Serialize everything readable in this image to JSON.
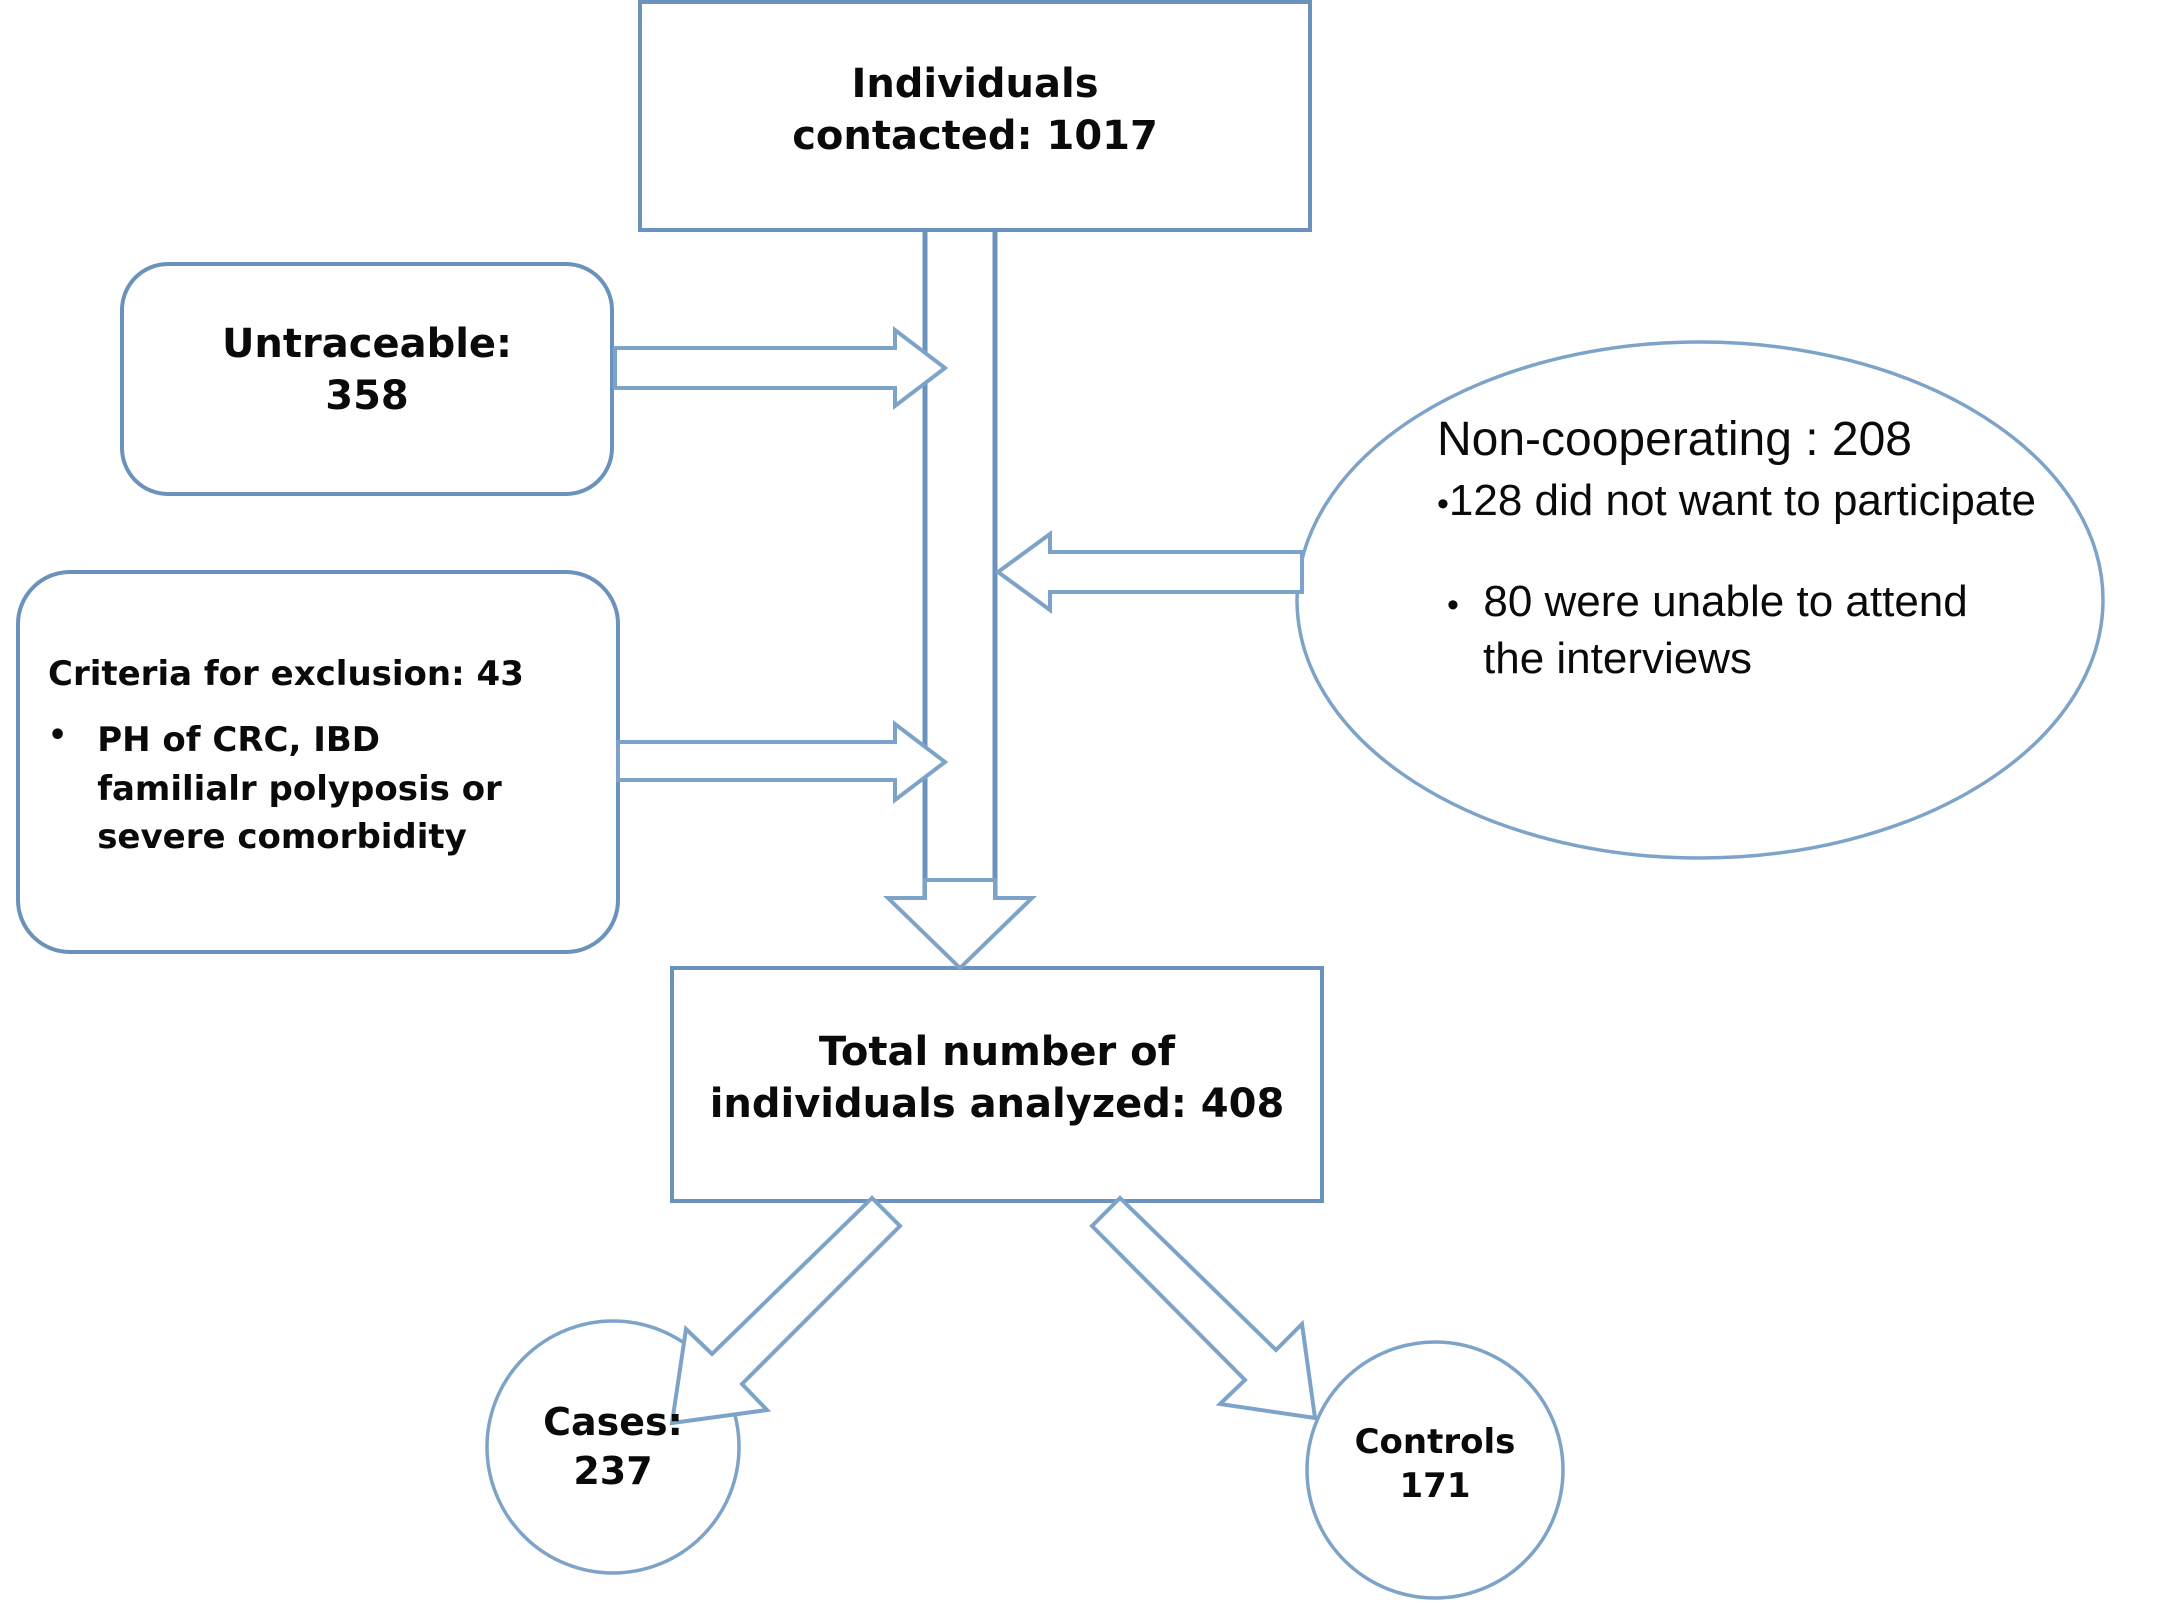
{
  "diagram": {
    "title": "Study participant flow diagram",
    "type": "flowchart",
    "colors": {
      "shape_stroke": "#6b92bc",
      "arrow_stroke": "#7ea3c8",
      "shape_fill": "#ffffff",
      "text": "#0a0a0a",
      "background": "#ffffff"
    },
    "nodes": {
      "contacted": {
        "shape": "rectangle",
        "line1": "Individuals",
        "line2": "contacted: 1017",
        "count": 1017
      },
      "untraceable": {
        "shape": "rounded-rectangle",
        "line1": "Untraceable:",
        "line2": "358",
        "count": 358
      },
      "exclusion": {
        "shape": "rounded-rectangle",
        "heading": "Criteria for exclusion: 43",
        "count": 43,
        "bullet_glyph": "•",
        "bullet_line1": "PH of CRC, IBD",
        "bullet_line2": "familialr polyposis or",
        "bullet_line3": "severe comorbidity"
      },
      "non_cooperating": {
        "shape": "ellipse",
        "heading": "Non-cooperating : 208",
        "count": 208,
        "bullet_glyph": "•",
        "item1": "128 did not want to participate",
        "item2_line1": "80 were unable to attend",
        "item2_line2": "the interviews",
        "item1_count": 128,
        "item2_count": 80
      },
      "analyzed": {
        "shape": "rectangle",
        "line1": "Total number of",
        "line2": "individuals analyzed: 408",
        "count": 408
      },
      "cases": {
        "shape": "circle",
        "line1": "Cases:",
        "line2": "237",
        "count": 237
      },
      "controls": {
        "shape": "circle",
        "line1": "Controls",
        "line2": "171",
        "count": 171
      }
    },
    "edges": [
      {
        "name": "untraceable-to-trunk",
        "from": "untraceable",
        "to": "contacted-trunk",
        "style": "hollow-block-arrow",
        "direction": "right"
      },
      {
        "name": "exclusion-to-trunk",
        "from": "exclusion",
        "to": "contacted-trunk",
        "style": "hollow-block-arrow",
        "direction": "right"
      },
      {
        "name": "noncooperating-to-trunk",
        "from": "non_cooperating",
        "to": "contacted-trunk",
        "style": "hollow-block-arrow",
        "direction": "left"
      },
      {
        "name": "contacted-to-analyzed",
        "from": "contacted",
        "to": "analyzed",
        "style": "hollow-block-arrow",
        "direction": "down"
      },
      {
        "name": "analyzed-to-cases",
        "from": "analyzed",
        "to": "cases",
        "style": "hollow-block-arrow",
        "direction": "down-left"
      },
      {
        "name": "analyzed-to-controls",
        "from": "analyzed",
        "to": "controls",
        "style": "hollow-block-arrow",
        "direction": "down-right"
      }
    ]
  }
}
